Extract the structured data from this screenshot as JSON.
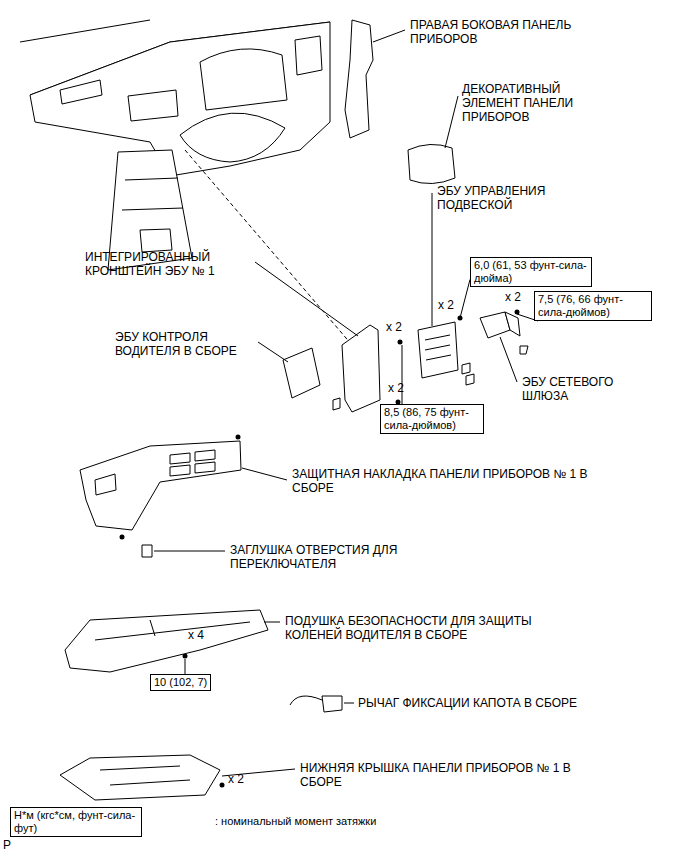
{
  "diagram": {
    "nodes": [
      {
        "text": [
          "6,0 (61, 53 фунт-сила-дюйма)"
        ]
      },
      {
        "text": [
          "7,5 (76, 66 фунт-сила-дюймов)"
        ]
      },
      {
        "text": [
          "8,5 (86, 75 фунт-сила-дюймов)"
        ]
      },
      {
        "text": [
          "10 (102, 7)"
        ]
      },
      {
        "text": [
          "Н*м (кгс*см, фунт-сила-фут)"
        ]
      }
    ],
    "labels": [
      "ПРАВАЯ БОКОВАЯ ПАНЕЛЬ ПРИБОРОВ",
      "ДЕКОРАТИВНЫЙ ЭЛЕМЕНТ ПАНЕЛИ ПРИБОРОВ",
      "ЭБУ УПРАВЛЕНИЯ ПОДВЕСКОЙ",
      "ИНТЕГРИРОВАННЫЙ КРОНШТЕЙН ЭБУ № 1",
      "x 2",
      "x 2",
      "ЭБУ КОНТРОЛЯ ВОДИТЕЛЯ В СБОРЕ",
      "x 2",
      "ЭБУ СЕТЕВОГО ШЛЮЗА",
      "x 2",
      "ЗАЩИТНАЯ НАКЛАДКА ПАНЕЛИ ПРИБОРОВ № 1 В СБОРЕ",
      "ЗАГЛУШКА ОТВЕРСТИЯ ДЛЯ ПЕРЕКЛЮЧАТЕЛЯ",
      "ПОДУШКА БЕЗОПАСНОСТИ ДЛЯ ЗАЩИТЫ КОЛЕНЕЙ ВОДИТЕЛЯ В СБОРЕ",
      "x 4",
      "РЫЧАГ ФИКСАЦИИ КАПОТА В СБОРЕ",
      "x 2",
      "НИЖНЯЯ КРЫШКА ПАНЕЛИ ПРИБОРОВ № 1 В СБОРЕ",
      "P"
    ],
    "legend": [
      {
        "text": ": номинальный момент затяжки"
      }
    ]
  }
}
